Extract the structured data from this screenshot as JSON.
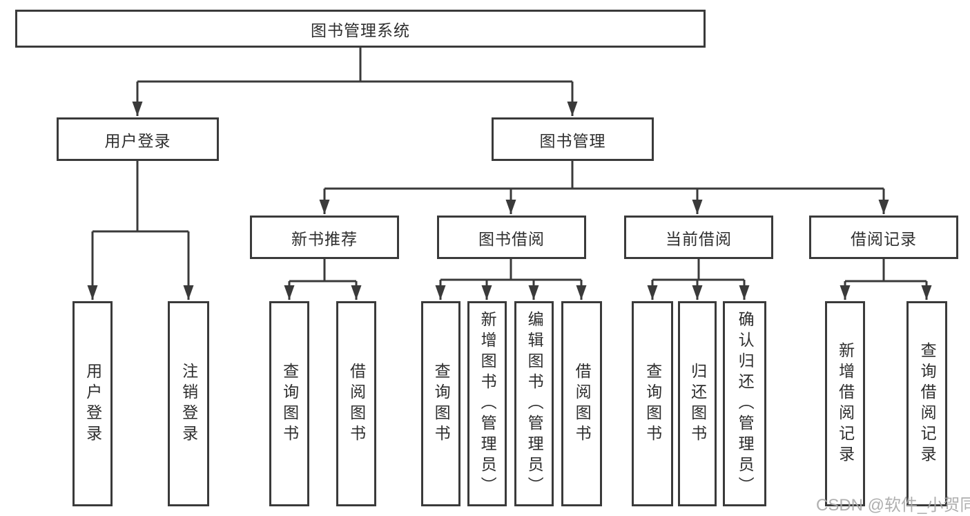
{
  "diagram": {
    "root_label": "图书管理系统",
    "branches": [
      {
        "label": "用户登录",
        "children": [
          {
            "label": "用户登录"
          },
          {
            "label": "注销登录"
          }
        ]
      },
      {
        "label": "图书管理",
        "children": [
          {
            "label": "新书推荐",
            "children": [
              {
                "label": "查询图书"
              },
              {
                "label": "借阅图书"
              }
            ]
          },
          {
            "label": "图书借阅",
            "children": [
              {
                "label": "查询图书"
              },
              {
                "label": "新增图书（管理员）"
              },
              {
                "label": "编辑图书（管理员）"
              },
              {
                "label": "借阅图书"
              }
            ]
          },
          {
            "label": "当前借阅",
            "children": [
              {
                "label": "查询图书"
              },
              {
                "label": "归还图书"
              },
              {
                "label": "确认归还（管理员）"
              }
            ]
          },
          {
            "label": "借阅记录",
            "children": [
              {
                "label": "新增借阅记录"
              },
              {
                "label": "查询借阅记录"
              }
            ]
          }
        ]
      }
    ]
  },
  "watermark": "CSDN @软件_小贺同学",
  "colors": {
    "line": "#3a3a3a",
    "box_border": "#3a3a3a",
    "text": "#2e2e2e",
    "watermark": "#a8a8a8",
    "background": "#ffffff"
  }
}
